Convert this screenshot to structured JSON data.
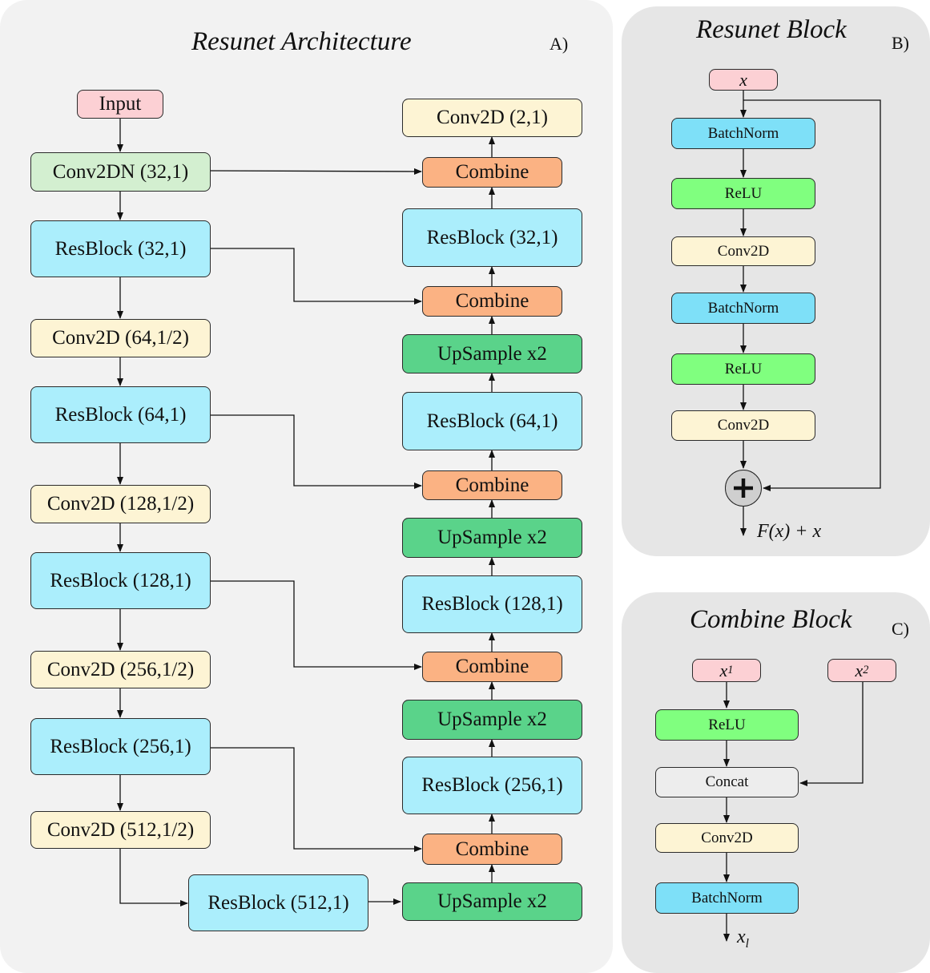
{
  "panel_a": {
    "title": "Resunet Architecture",
    "label": "A)",
    "encoder": {
      "input": "Input",
      "conv2dn": "Conv2DN (32,1)",
      "res32": "ResBlock (32,1)",
      "conv64": "Conv2D (64,1/2)",
      "res64": "ResBlock (64,1)",
      "conv128": "Conv2D (128,1/2)",
      "res128": "ResBlock (128,1)",
      "conv256": "Conv2D (256,1/2)",
      "res256": "ResBlock (256,1)",
      "conv512": "Conv2D (512,1/2)",
      "res512": "ResBlock (512,1)"
    },
    "decoder": {
      "out": "Conv2D (2,1)",
      "combine1": "Combine",
      "res32": "ResBlock (32,1)",
      "combine2": "Combine",
      "up1": "UpSample x2",
      "res64": "ResBlock (64,1)",
      "combine3": "Combine",
      "up2": "UpSample x2",
      "res128": "ResBlock (128,1)",
      "combine4": "Combine",
      "up3": "UpSample x2",
      "res256": "ResBlock (256,1)",
      "combine5": "Combine",
      "up4": "UpSample x2"
    }
  },
  "panel_b": {
    "title": "Resunet Block",
    "label": "B)",
    "input": "x",
    "layers": [
      "BatchNorm",
      "ReLU",
      "Conv2D",
      "BatchNorm",
      "ReLU",
      "Conv2D"
    ],
    "add_symbol": "+",
    "output": "F(x) + x"
  },
  "panel_c": {
    "title": "Combine Block",
    "label": "C)",
    "input1": "x",
    "input1_sub": "1",
    "input2": "x",
    "input2_sub": "2",
    "relu": "ReLU",
    "concat": "Concat",
    "conv": "Conv2D",
    "batchnorm": "BatchNorm",
    "output": "x",
    "output_sub": "l"
  },
  "colors": {
    "input": "#fcd0d4",
    "conv2dn": "#d3efd0",
    "resblock": "#abeefc",
    "conv2d": "#fdf4d4",
    "combine": "#fbb283",
    "upsample": "#5ad38a",
    "batchnorm": "#7ee0f8",
    "relu": "#80ff7f",
    "concat": "#ededed"
  }
}
